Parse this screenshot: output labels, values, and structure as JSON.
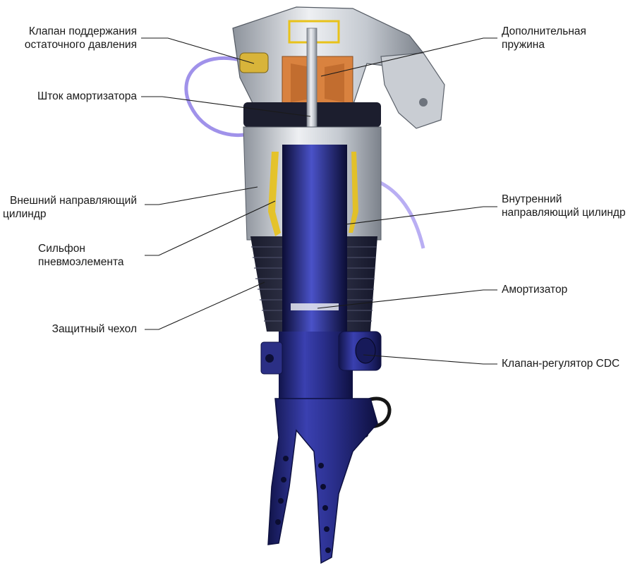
{
  "labels": {
    "residual_pressure_valve": {
      "line1": "Клапан поддержания",
      "line2": "остаточного давления"
    },
    "shock_rod": {
      "line1": "Шток амортизатора"
    },
    "outer_guide_cylinder": {
      "line1": "Внешний направляющий",
      "line2": "цилиндр"
    },
    "air_spring_bellows": {
      "line1": "Сильфон",
      "line2": "пневмоэлемента"
    },
    "protective_boot": {
      "line1": "Защитный чехол"
    },
    "additional_spring": {
      "line1": "Дополнительная",
      "line2": "пружина"
    },
    "inner_guide_cylinder": {
      "line1": "Внутренний",
      "line2": "направляющий цилиндр"
    },
    "shock_absorber": {
      "line1": "Амортизатор"
    },
    "cdc_valve": {
      "line1": "Клапан-регулятор CDC"
    }
  },
  "colors": {
    "body_blue": "#2a2f8c",
    "body_dark": "#15184f",
    "metal_light": "#d9dde3",
    "metal_mid": "#9aa1ab",
    "bumper_orange": "#d9823f",
    "seal_yellow": "#e8c21a",
    "hose_purple": "#8f7fe6",
    "leader_line": "#1a1a1a"
  }
}
